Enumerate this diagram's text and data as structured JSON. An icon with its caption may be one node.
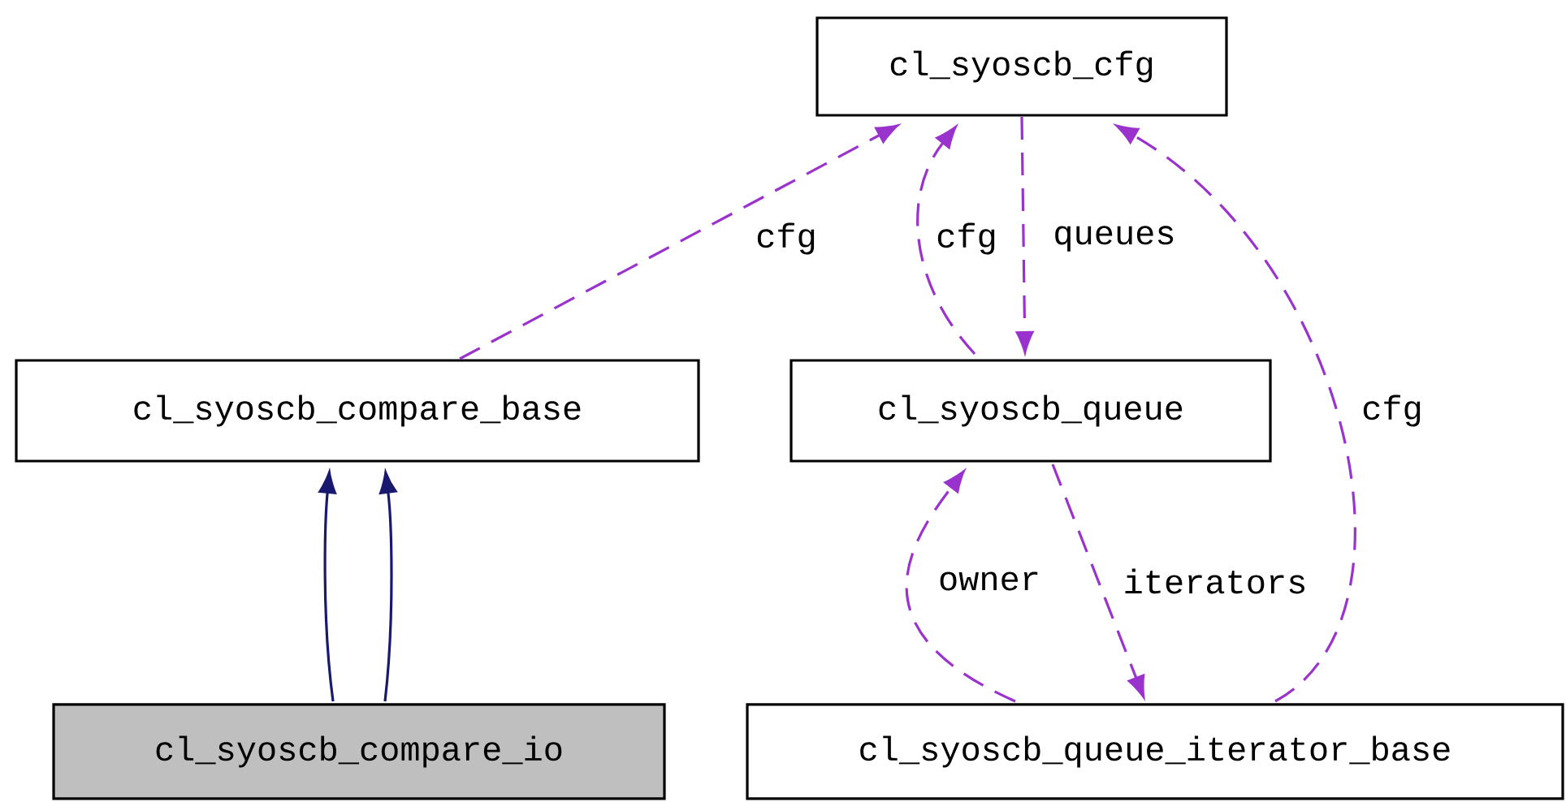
{
  "diagram": {
    "nodes": [
      {
        "text": [
          "cl_syoscb_cfg"
        ]
      },
      {
        "text": [
          "cl_syoscb_compare_base"
        ]
      },
      {
        "text": [
          "cl_syoscb_queue"
        ]
      },
      {
        "text": [
          "cl_syoscb_compare_io"
        ]
      },
      {
        "text": [
          "cl_syoscb_queue_iterator_base"
        ]
      }
    ],
    "edges": [
      {
        "from": 1,
        "to": 0,
        "arrow": "to",
        "label": "cfg",
        "style": "dashed"
      },
      {
        "from": 2,
        "to": 0,
        "arrow": "to",
        "label": "cfg",
        "style": "dashed"
      },
      {
        "from": 0,
        "to": 2,
        "arrow": "to",
        "label": "queues",
        "style": "dashed"
      },
      {
        "from": 4,
        "to": 0,
        "arrow": "to",
        "label": "cfg",
        "style": "dashed"
      },
      {
        "from": 4,
        "to": 2,
        "arrow": "to",
        "label": "owner",
        "style": "dashed"
      },
      {
        "from": 2,
        "to": 4,
        "arrow": "to",
        "label": "iterators",
        "style": "dashed"
      },
      {
        "from": 3,
        "to": 1,
        "arrow": "to",
        "color": "#191970"
      },
      {
        "from": 3,
        "to": 1,
        "arrow": "to",
        "color": "#191970"
      }
    ]
  }
}
